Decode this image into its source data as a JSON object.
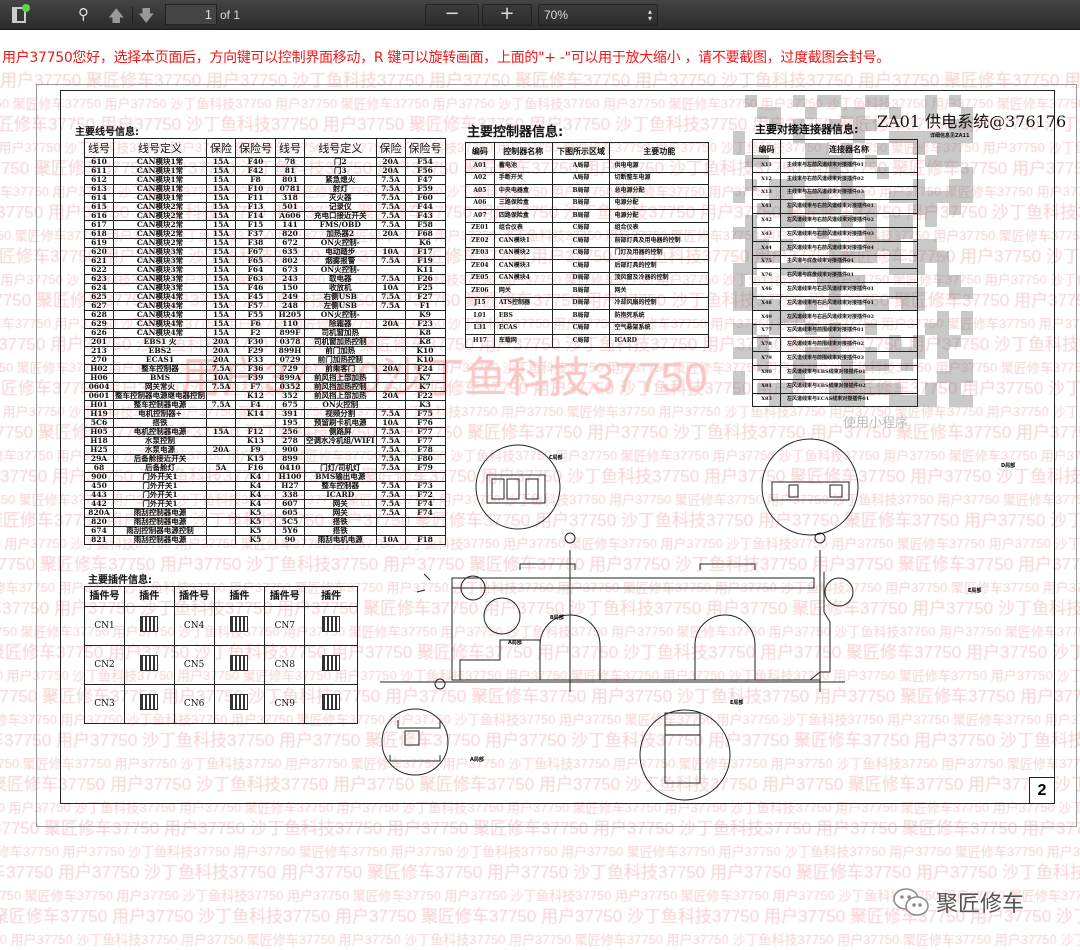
{
  "toolbar": {
    "page_current": "1",
    "page_total_label": "of 1",
    "zoom_minus": "−",
    "zoom_plus": "+",
    "zoom_value": "70%",
    "icons": [
      "sidebar-toggle-icon",
      "search-icon",
      "arrow-up-icon",
      "arrow-down-icon"
    ],
    "notification_dot_color": "#5fd34a"
  },
  "notice": "用户37750您好，选择本页面后，方向键可以控制界面移动，R 键可以旋转画面，上面的\"+ -\"可以用于放大缩小 ，请不要截图，过度截图会封号。",
  "watermark": {
    "small_text": "用户37750 聚匠修车37750 用户37750 沙丁鱼科技37750 ",
    "large_text": "用户37750沙丁鱼科技37750",
    "color": "#f6d4d4"
  },
  "sheet": {
    "title": "ZA01  供电系统@376176",
    "page_number": "2",
    "wire_section": {
      "title": "主要线号信息:",
      "headers": [
        "线号",
        "线号定义",
        "保险",
        "保险号",
        "线号",
        "线号定义",
        "保险",
        "保险号"
      ],
      "rows": [
        [
          "610",
          "CAN模块1常",
          "15A",
          "F40",
          "78",
          "门2",
          "20A",
          "F54"
        ],
        [
          "611",
          "CAN模块1常",
          "15A",
          "F42",
          "81",
          "门3",
          "20A",
          "F56"
        ],
        [
          "612",
          "CAN模块1常",
          "15A",
          "F8",
          "801",
          "紧急熄火",
          "7.5A",
          "F47"
        ],
        [
          "613",
          "CAN模块1常",
          "15A",
          "F10",
          "0781",
          "射灯",
          "7.5A",
          "F59"
        ],
        [
          "614",
          "CAN模块1常",
          "15A",
          "F11",
          "318",
          "灭火器",
          "7.5A",
          "F60"
        ],
        [
          "615",
          "CAN模块2常",
          "15A",
          "F13",
          "501",
          "记录仪",
          "7.5A",
          "F44"
        ],
        [
          "616",
          "CAN模块2常",
          "15A",
          "F14",
          "A606",
          "充电口接近开关",
          "7.5A",
          "F43"
        ],
        [
          "617",
          "CAN模块2常",
          "15A",
          "F15",
          "141",
          "FMS/OBD",
          "7.5A",
          "F58"
        ],
        [
          "618",
          "CAN模块2常",
          "15A",
          "F37",
          "820",
          "加热器2",
          "20A",
          "F68"
        ],
        [
          "619",
          "CAN模块2常",
          "15A",
          "F38",
          "672",
          "ON火控制-",
          "",
          "K6"
        ],
        [
          "620",
          "CAN模块3常",
          "15A",
          "F67",
          "635",
          "电动踏步",
          "10A",
          "F17"
        ],
        [
          "621",
          "CAN模块3常",
          "15A",
          "F65",
          "802",
          "烟雾报警",
          "7.5A",
          "F19"
        ],
        [
          "622",
          "CAN模块3常",
          "15A",
          "F64",
          "673",
          "ON火控制-",
          "",
          "K11"
        ],
        [
          "623",
          "CAN模块3常",
          "15A",
          "F63",
          "243",
          "取电器",
          "7.5A",
          "F26"
        ],
        [
          "624",
          "CAN模块3常",
          "15A",
          "F46",
          "150",
          "收放机",
          "10A",
          "F25"
        ],
        [
          "625",
          "CAN模块4常",
          "15A",
          "F45",
          "249",
          "右侧USB",
          "7.5A",
          "F27"
        ],
        [
          "627",
          "CAN模块4常",
          "15A",
          "F57",
          "248",
          "左侧USB",
          "7.5A",
          "F1"
        ],
        [
          "628",
          "CAN模块4常",
          "15A",
          "F55",
          "H205",
          "ON火控制-",
          "",
          "K9"
        ],
        [
          "629",
          "CAN模块4常",
          "15A",
          "F6",
          "110",
          "除霜器",
          "20A",
          "F23"
        ],
        [
          "626",
          "CAN模块4常",
          "15A",
          "F2",
          "899F",
          "司机窗加热",
          "",
          "K8"
        ],
        [
          "201",
          "EBS1  火",
          "20A",
          "F30",
          "0378",
          "司机窗加热控制",
          "",
          "K8"
        ],
        [
          "213",
          "EBS2",
          "20A",
          "F29",
          "899H",
          "前门加热",
          "",
          "K10"
        ],
        [
          "270",
          "ECAS1",
          "20A",
          "F33",
          "0729",
          "前门加热控制",
          "",
          "K10"
        ],
        [
          "H02",
          "整车控制器",
          "7.5A",
          "F36",
          "729",
          "前乘客门",
          "20A",
          "F24"
        ],
        [
          "H06",
          "BMS",
          "10A",
          "F39",
          "899A",
          "前风挡上部加热",
          "",
          "K7"
        ],
        [
          "0604",
          "网关常火",
          "7.5A",
          "F7",
          "0352",
          "前风挡加热控制",
          "",
          "K7"
        ],
        [
          "0601",
          "整车控制器电源继电器控制",
          "",
          "K12",
          "352",
          "前风挡上部加热",
          "20A",
          "F22"
        ],
        [
          "H01",
          "整车控制器电源",
          "7.5A",
          "F4",
          "675",
          "ON火控制",
          "",
          "K3"
        ],
        [
          "H19",
          "电机控制器+",
          "",
          "K14",
          "391",
          "视频分割",
          "7.5A",
          "F75"
        ],
        [
          "5C6",
          "搭铁",
          "",
          "",
          "195",
          "预留刷卡机电源",
          "10A",
          "F76"
        ],
        [
          "H05",
          "电机控制器电源",
          "15A",
          "F12",
          "256",
          "侧路屏",
          "7.5A",
          "F77"
        ],
        [
          "H18",
          "水泵控制",
          "",
          "K13",
          "278",
          "空调水冷机组/WIFI",
          "7.5A",
          "F77"
        ],
        [
          "H25",
          "水泵电源",
          "20A",
          "F9",
          "900",
          "",
          "7.5A",
          "F78"
        ],
        [
          "29A",
          "后备舱接近开关",
          "",
          "K15",
          "899",
          "",
          "7.5A",
          "F80"
        ],
        [
          "68",
          "后备舱灯",
          "5A",
          "F16",
          "0410",
          "门灯/司机灯",
          "7.5A",
          "F79"
        ],
        [
          "900",
          "门外开关1",
          "",
          "K4",
          "H100",
          "BMS输出电源",
          "",
          ""
        ],
        [
          "450",
          "门外开关1",
          "",
          "K4",
          "H27",
          "整车控制器",
          "7.5A",
          "F73"
        ],
        [
          "443",
          "门外开关1",
          "",
          "K4",
          "338",
          "ICARD",
          "7.5A",
          "F72"
        ],
        [
          "442",
          "门外开关1",
          "",
          "K4",
          "607",
          "网关",
          "7.5A",
          "F74"
        ],
        [
          "820A",
          "雨刮控制器电源",
          "",
          "K5",
          "605",
          "网关",
          "7.5A",
          "F74"
        ],
        [
          "820",
          "雨刮控制器电源",
          "",
          "K5",
          "5C5",
          "搭铁",
          "",
          ""
        ],
        [
          "674",
          "雨刮控制器电源控制",
          "",
          "K5",
          "5Y6",
          "搭铁",
          "",
          ""
        ],
        [
          "821",
          "雨刮控制器电源",
          "",
          "K5",
          "90",
          "雨刮电机电源",
          "10A",
          "F18"
        ]
      ]
    },
    "controller_section": {
      "title": "主要控制器信息:",
      "headers": [
        "编码",
        "控制器名称",
        "下图所示区域",
        "主要功能"
      ],
      "rows": [
        [
          "A01",
          "蓄电池",
          "A局部",
          "供电电源"
        ],
        [
          "A02",
          "手断开关",
          "A局部",
          "切断整车电源"
        ],
        [
          "A05",
          "中央电器盒",
          "B局部",
          "总电源分配"
        ],
        [
          "A06",
          "三路保险盒",
          "B局部",
          "电源分配"
        ],
        [
          "A07",
          "四路保险盒",
          "B局部",
          "电源分配"
        ],
        [
          "ZE01",
          "组合仪表",
          "C局部",
          "组合仪表"
        ],
        [
          "ZE02",
          "CAN模块1",
          "C局部",
          "前部灯具及用电器的控制"
        ],
        [
          "ZE03",
          "CAN模块2",
          "C局部",
          "门灯及用器的控制"
        ],
        [
          "ZE04",
          "CAN模块3",
          "C局部",
          "后部灯具的控制"
        ],
        [
          "ZE05",
          "CAN模块4",
          "D局部",
          "顶风窗及冷器的控制"
        ],
        [
          "ZE06",
          "网关",
          "B局部",
          "网关"
        ],
        [
          "J15",
          "ATS控制器",
          "D局部",
          "冷却风扇的控制"
        ],
        [
          "L01",
          "EBS",
          "B局部",
          "防抱死系统"
        ],
        [
          "L31",
          "ECAS",
          "C局部",
          "空气悬架系统"
        ],
        [
          "H17",
          "车载网",
          "C局部",
          "ICARD"
        ]
      ]
    },
    "connector_section": {
      "title": "主要对接连接器信息:",
      "subtitle": "详细信息见ZA11",
      "headers": [
        "编码",
        "连接器名称"
      ],
      "rows": [
        [
          "X11",
          "主线束与左前风道线束对接插件01"
        ],
        [
          "X12",
          "主线束与右前风道线束对接插件02"
        ],
        [
          "X13",
          "主线束与左前风道线束对接插件03"
        ],
        [
          "X41",
          "左风道线束与右前风道线束对接插件01"
        ],
        [
          "X42",
          "左风道线束与右前风道线束对接插件02"
        ],
        [
          "X43",
          "左风道线束与右前风道线束对接插件03"
        ],
        [
          "X44",
          "左风道线束与右前风道线束对接插件04"
        ],
        [
          "X75",
          "主风道与底盘线束对接插件01"
        ],
        [
          "X76",
          "右风道与底盘线束对接插件01"
        ],
        [
          "X46",
          "左风道线束与右后风道线束对接插件01"
        ],
        [
          "X48",
          "左风道线束与右后风道线束对接插件01"
        ],
        [
          "X49",
          "左风道线束与右后风道线束对接插件02"
        ],
        [
          "X77",
          "左风道线束与前围线束对接插件01"
        ],
        [
          "X78",
          "左风道线束与前围线束对接插件02"
        ],
        [
          "X79",
          "左风道线束与前围线束对接插件03"
        ],
        [
          "X80",
          "左风道线束与EBS线束对接插件01"
        ],
        [
          "X81",
          "左风道线束与EBS线束对接插件02"
        ],
        [
          "X83",
          "左风道线束与ECAS线束对接插件01"
        ]
      ]
    },
    "plug_section": {
      "title": "主要插件信息:",
      "headers": [
        "插件号",
        "插件",
        "插件号",
        "插件",
        "插件号",
        "插件"
      ],
      "rows": [
        [
          "CN1",
          "CN4",
          "CN7"
        ],
        [
          "CN2",
          "CN5",
          "CN8"
        ],
        [
          "CN3",
          "CN6",
          "CN9"
        ]
      ]
    },
    "qr_caption": "使用小程序",
    "diagram": {
      "callouts": [
        "C局部",
        "D局部",
        "B局部",
        "A局部",
        "E局部",
        "A局部",
        "E局部"
      ]
    }
  },
  "brand": {
    "name": "聚匠修车",
    "icon": "wechat-icon"
  }
}
